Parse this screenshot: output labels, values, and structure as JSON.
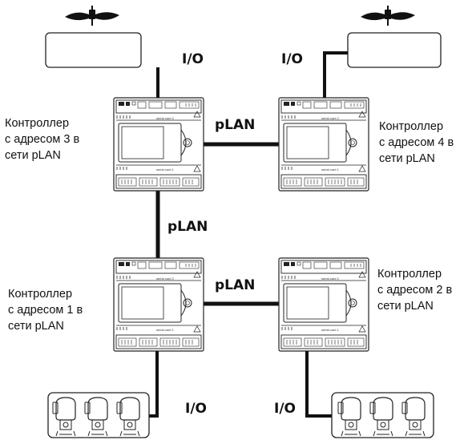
{
  "links": {
    "io": "I/O",
    "plan": "pLAN"
  },
  "controllers": {
    "c3": "Контроллер\nс адресом 3 в\nсети pLAN",
    "c4": "Контроллер\nс адресом 4 в\nсети pLAN",
    "c1": "Контроллер\nс адресом 1 в\nсети pLAN",
    "c2": "Контроллер\nс адресом 2 в\nсети pLAN"
  },
  "device_labels": {
    "serial_card_1": "serial card 1",
    "serial_card_2": "serial card 2"
  },
  "colors": {
    "line": "#111111",
    "stroke": "#222222",
    "background": "#ffffff"
  }
}
